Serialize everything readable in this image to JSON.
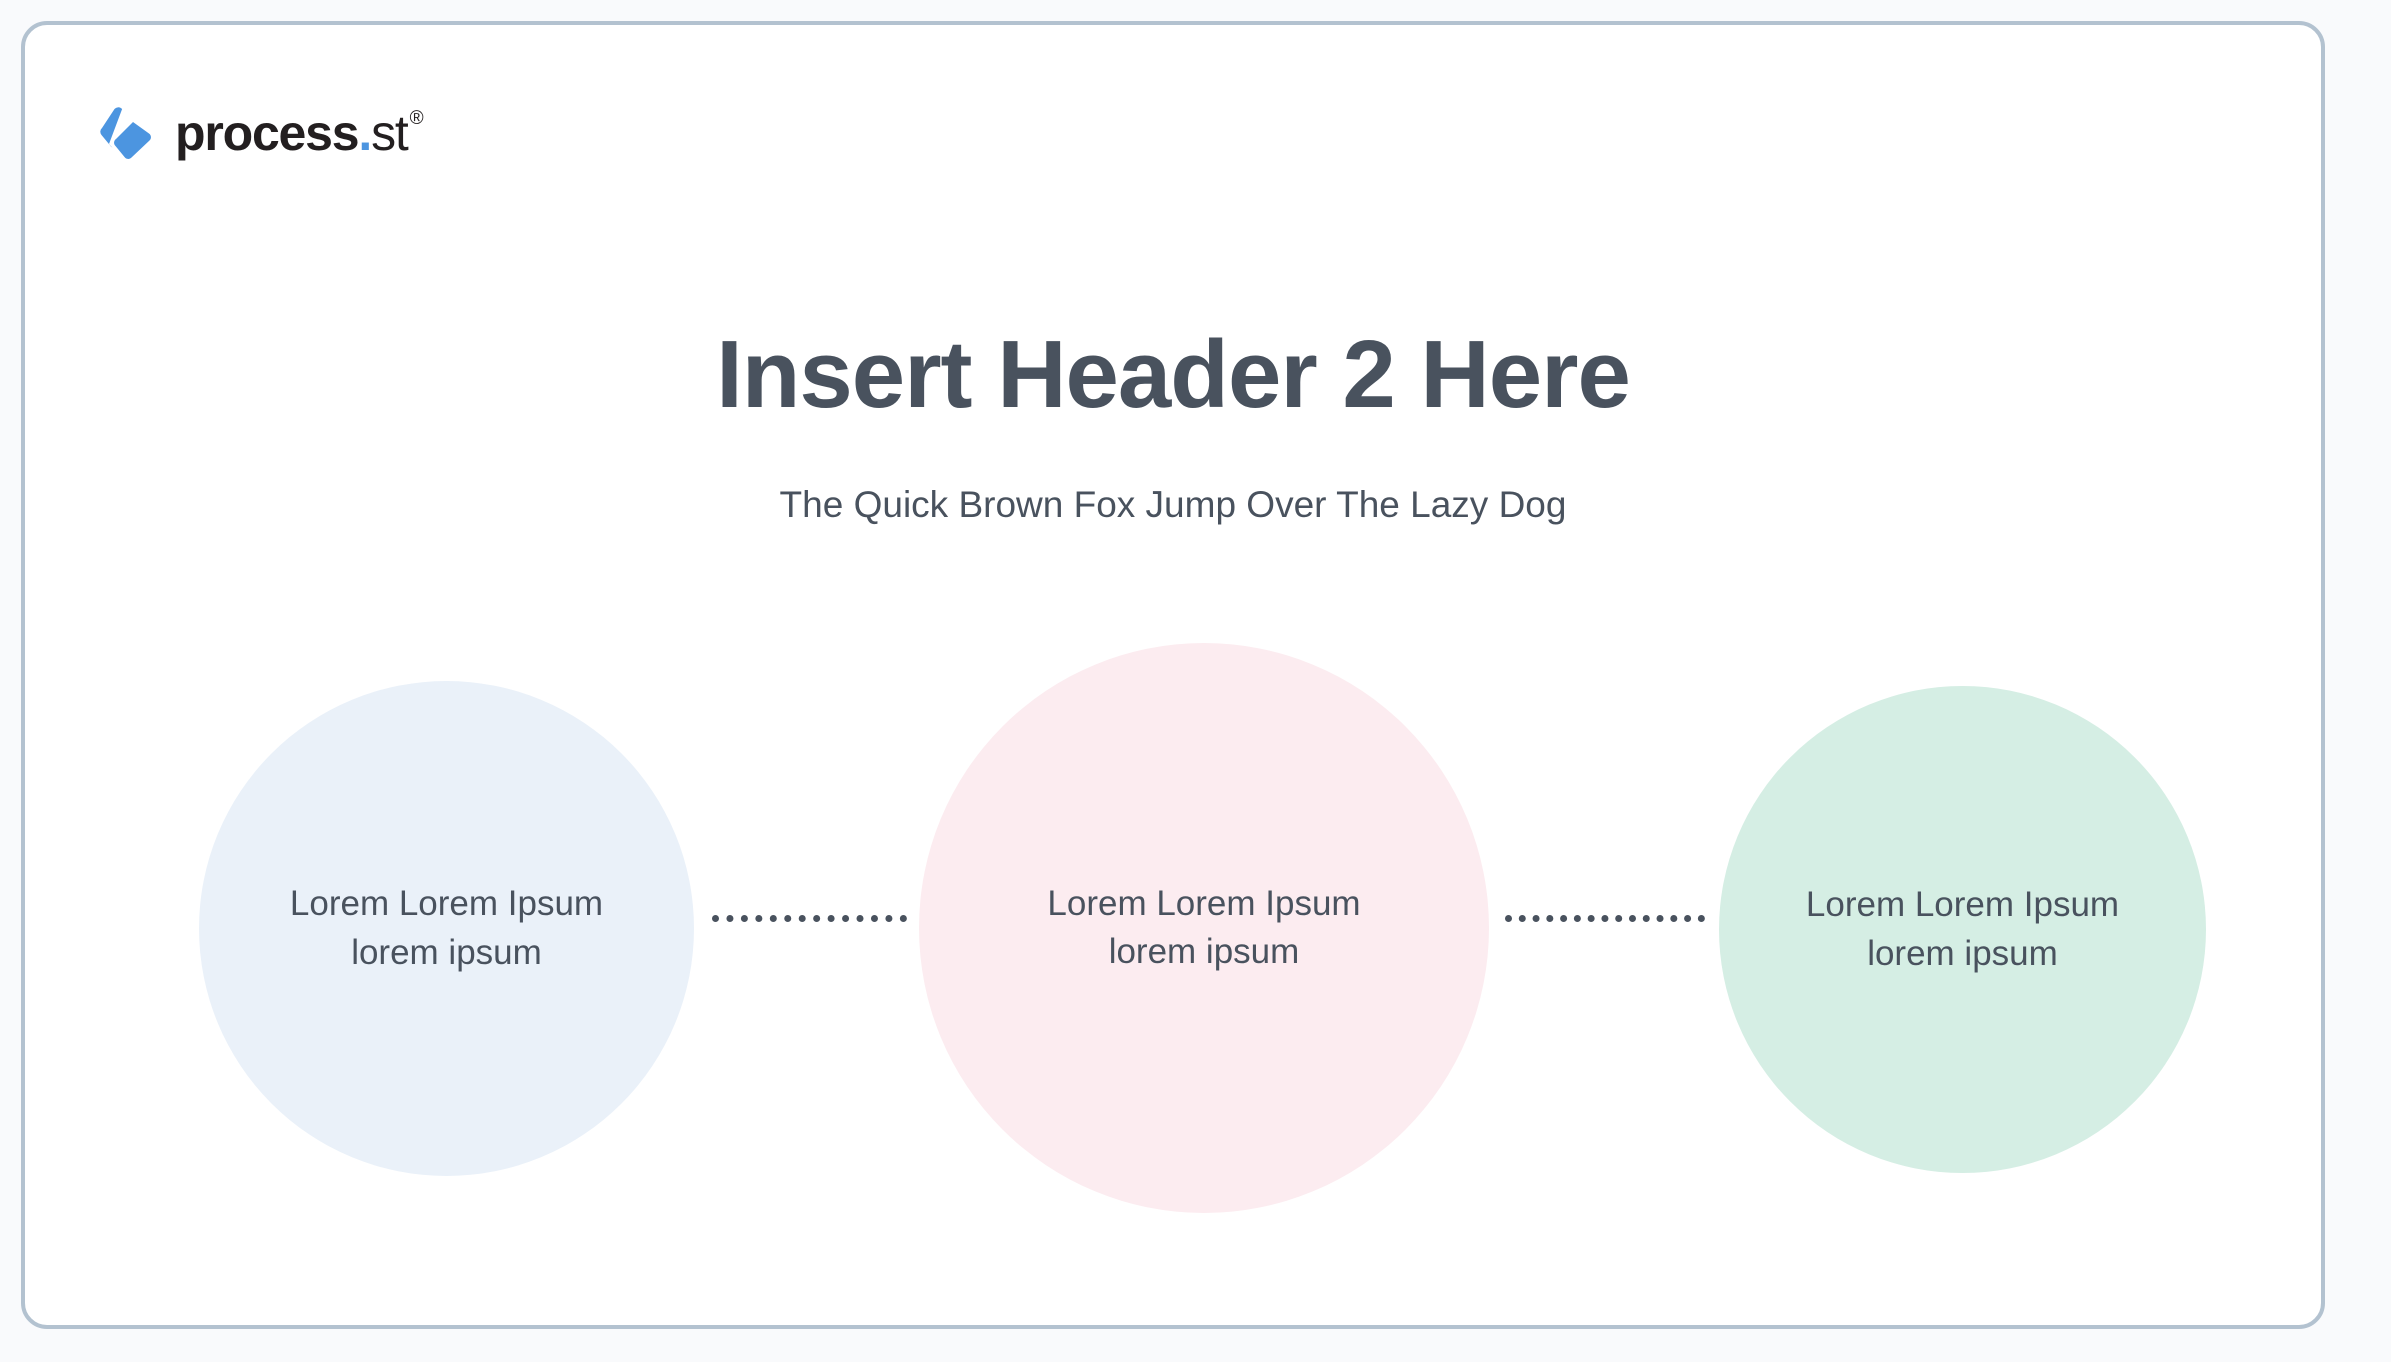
{
  "brand": {
    "mark_icon": "process-st-logo-icon",
    "wordmark_main": "process",
    "wordmark_dot": ".",
    "wordmark_tld": "st",
    "wordmark_registered": "®",
    "mark_color": "#4c95e0",
    "text_color": "#231f20"
  },
  "slide": {
    "title": "Insert Header 2 Here",
    "subtitle": "The Quick Brown Fox Jump Over The Lazy Dog",
    "title_color": "#49525e",
    "background_color": "#ffffff",
    "border_color": "#b3c2d0",
    "page_background": "#f9fafc"
  },
  "diagram": {
    "type": "process-flow",
    "connector_style": "dotted",
    "connector_color": "#49525e",
    "nodes": [
      {
        "line1": "Lorem Lorem Ipsum",
        "line2": "lorem ipsum",
        "fill": "#eaf1f9",
        "text_color": "#49525e"
      },
      {
        "line1": "Lorem Lorem Ipsum",
        "line2": "lorem ipsum",
        "fill": "#fcecf0",
        "text_color": "#49525e"
      },
      {
        "line1": "Lorem Lorem Ipsum",
        "line2": "lorem ipsum",
        "fill": "#d5eee4",
        "text_color": "#49525e"
      }
    ]
  }
}
